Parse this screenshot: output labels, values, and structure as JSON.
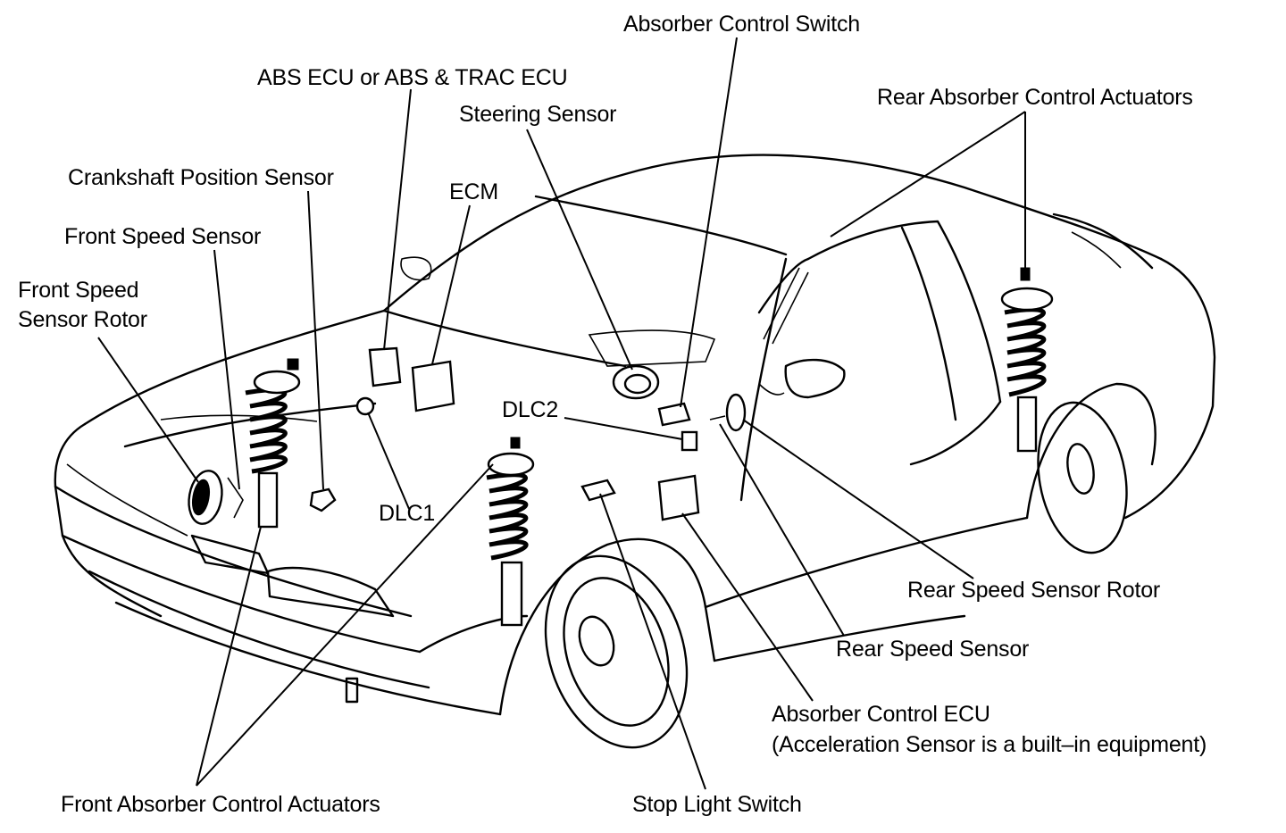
{
  "labels": {
    "absorber_control_switch": "Absorber Control Switch",
    "abs_ecu": "ABS ECU or ABS & TRAC ECU",
    "steering_sensor": "Steering Sensor",
    "rear_absorber_actuators": "Rear Absorber Control Actuators",
    "crankshaft_position_sensor": "Crankshaft Position Sensor",
    "ecm": "ECM",
    "front_speed_sensor": "Front Speed Sensor",
    "front_speed_sensor_rotor": "Front Speed\nSensor Rotor",
    "dlc2": "DLC2",
    "dlc1": "DLC1",
    "rear_speed_sensor_rotor": "Rear Speed Sensor Rotor",
    "rear_speed_sensor": "Rear Speed Sensor",
    "absorber_control_ecu": "Absorber Control ECU\n(Acceleration Sensor is a built–in equipment)",
    "front_absorber_actuators": "Front Absorber Control Actuators",
    "stop_light_switch": "Stop Light Switch"
  },
  "colors": {
    "ink": "#000000",
    "paper": "#ffffff"
  }
}
